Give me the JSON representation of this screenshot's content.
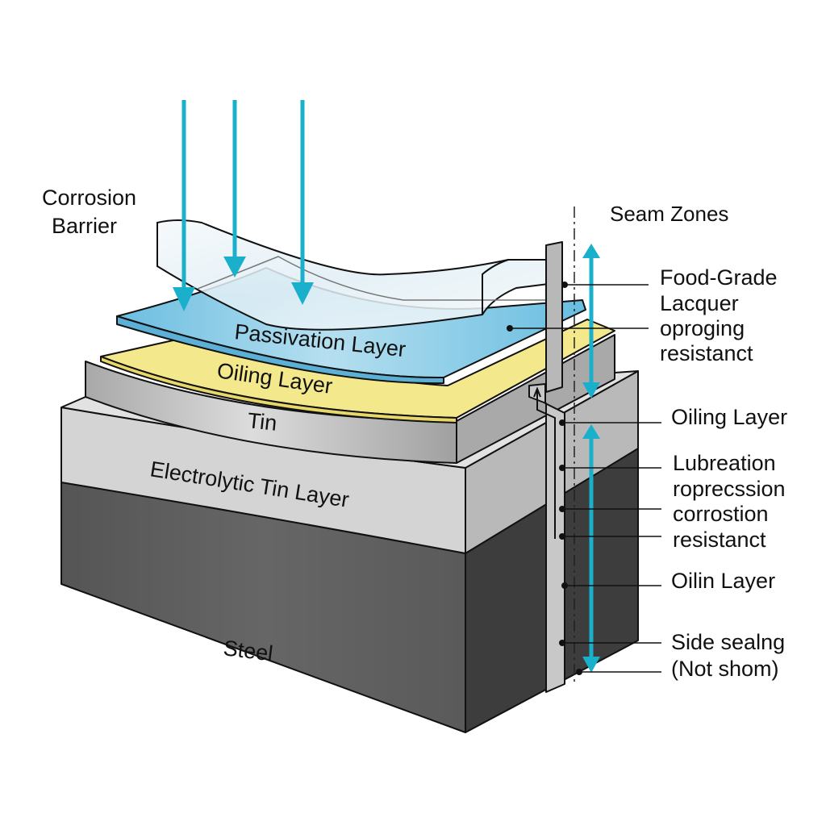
{
  "title_labels": {
    "corrosion_barrier": [
      "Corrosion",
      "Barrier"
    ],
    "seam_zones": "Seam Zones"
  },
  "layers": {
    "passivation": "Passivation Layer",
    "oiling": "Oiling Layer",
    "tin": "Tin",
    "electrolytic_tin": "Electrolytic Tin Layer",
    "steel": "Steel"
  },
  "callouts": [
    {
      "lines": [
        "Food-Grade",
        "Lacquer"
      ]
    },
    {
      "lines": [
        "oproging",
        "resistanct"
      ]
    },
    {
      "lines": [
        "Oiling Layer"
      ]
    },
    {
      "lines": [
        "Lubreation",
        "roprecssion"
      ]
    },
    {
      "lines": [
        "corrostion",
        "resistanct"
      ]
    },
    {
      "lines": [
        "Oilin Layer"
      ]
    },
    {
      "lines": [
        "Side sealng",
        "(Not shom)"
      ]
    }
  ],
  "colors": {
    "arrow_cyan": "#1ab0cc",
    "passivation_blue": "#6cc0e0",
    "oiling_yellow": "#f3e88a",
    "tin_gray": "#c4c4c4",
    "electrolytic_gray": "#d6d6d6",
    "steel_front": "#5e5e5e",
    "steel_side": "#3c3c3c"
  }
}
